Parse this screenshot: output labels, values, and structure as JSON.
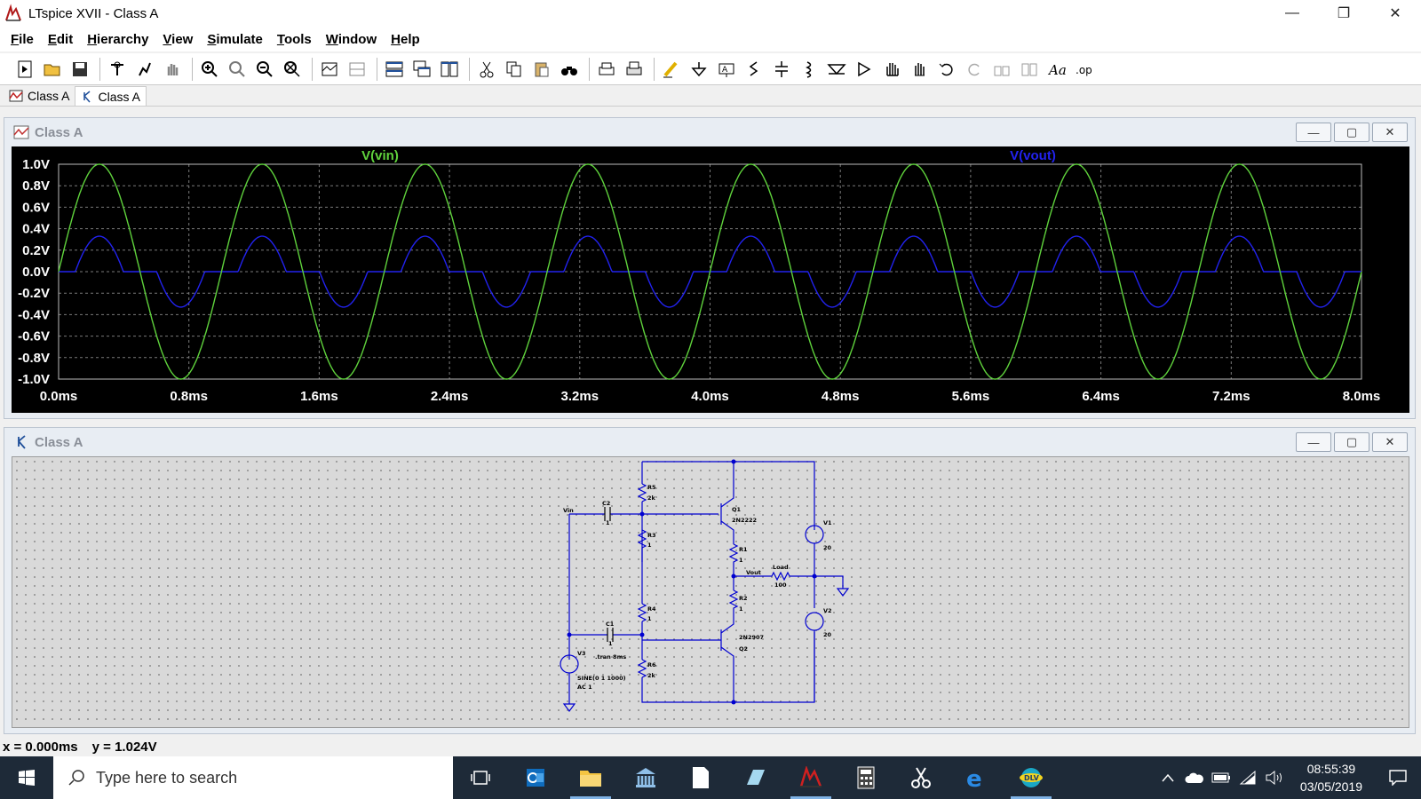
{
  "window": {
    "title": "LTspice XVII - Class A",
    "app_icon": "ltspice-icon"
  },
  "menu": [
    "File",
    "Edit",
    "Hierarchy",
    "View",
    "Simulate",
    "Tools",
    "Window",
    "Help"
  ],
  "toolbar": {
    "icons": [
      "new-schematic-icon",
      "open-icon",
      "save-icon",
      "control-panel-icon",
      "run-icon",
      "halt-icon",
      "zoom-in-icon",
      "zoom-fit-icon",
      "zoom-out-icon",
      "zoom-cancel-icon",
      "autorange-icon",
      "plot-pane-icon",
      "tile-horizontal-icon",
      "cascade-icon",
      "tile-vertical-icon",
      "cut-icon",
      "copy-icon",
      "paste-icon",
      "find-icon",
      "print-icon",
      "print-setup-icon",
      "wire-icon",
      "ground-icon",
      "label-net-icon",
      "resistor-icon",
      "capacitor-icon",
      "inductor-icon",
      "diode-icon",
      "component-icon",
      "move-icon",
      "drag-icon",
      "undo-icon",
      "redo-icon",
      "rotate-icon",
      "mirror-icon",
      "text-icon",
      "spice-directive-icon"
    ]
  },
  "doc_tabs": [
    {
      "label": "Class A",
      "icon": "waveform-icon"
    },
    {
      "label": "Class A",
      "icon": "schematic-icon",
      "active": true
    }
  ],
  "waveform_window": {
    "title": "Class A"
  },
  "schematic_window": {
    "title": "Class A"
  },
  "mdi_buttons": {
    "min": "—",
    "max": "▢",
    "close": "✕"
  },
  "chart_data": {
    "type": "line",
    "title": "",
    "series": [
      {
        "name": "V(vin)",
        "color": "#5fd23c",
        "amplitude": 1.0,
        "frequency_khz": 1,
        "shape": "sine"
      },
      {
        "name": "V(vout)",
        "color": "#2222ee",
        "amplitude": 0.33,
        "frequency_khz": 1,
        "shape": "sine with crossover dead zone",
        "dead_zone_v": 0.6
      }
    ],
    "x_ticks": [
      "0.0ms",
      "0.8ms",
      "1.6ms",
      "2.4ms",
      "3.2ms",
      "4.0ms",
      "4.8ms",
      "5.6ms",
      "6.4ms",
      "7.2ms",
      "8.0ms"
    ],
    "y_ticks": [
      "1.0V",
      "0.8V",
      "0.6V",
      "0.4V",
      "0.2V",
      "0.0V",
      "-0.2V",
      "-0.4V",
      "-0.6V",
      "-0.8V",
      "-1.0V"
    ],
    "xlim": [
      0,
      8
    ],
    "ylim": [
      -1.0,
      1.0
    ],
    "grid": true
  },
  "schematic": {
    "labels": {
      "vin": "Vin",
      "c2": "C2",
      "c2v": "1",
      "r5": "R5",
      "r5v": "2k",
      "r3": "R3",
      "r3v": "1",
      "q1": "Q1",
      "q1v": "2N2222",
      "r1": "R1",
      "r1v": "1",
      "vout": "Vout",
      "load": "Load",
      "loadv": "100",
      "r2": "R2",
      "r2v": "1",
      "r4": "R4",
      "r4v": "1",
      "c1": "C1",
      "c1v": "1",
      "q2v": "2N2907",
      "q2": "Q2",
      "v1": "V1",
      "v1v": "20",
      "v2": "V2",
      "v2v": "20",
      "v3": "V3",
      "tran": ".tran 8ms",
      "sine": "SINE(0 1 1000)",
      "ac": "AC 1",
      "r6": "R6",
      "r6v": "2k"
    }
  },
  "status": {
    "x": "x = 0.000ms",
    "y": "y = 1.024V"
  },
  "taskbar": {
    "search_placeholder": "Type here to search",
    "time": "08:55:39",
    "date": "03/05/2019",
    "apps": [
      "task-view-icon",
      "outlook-icon",
      "file-explorer-icon",
      "library-icon",
      "notepad-icon",
      "pen-app-icon",
      "ltspice-taskbar-icon",
      "calculator-icon",
      "snipping-icon",
      "edge-icon",
      "dlv-icon"
    ]
  }
}
